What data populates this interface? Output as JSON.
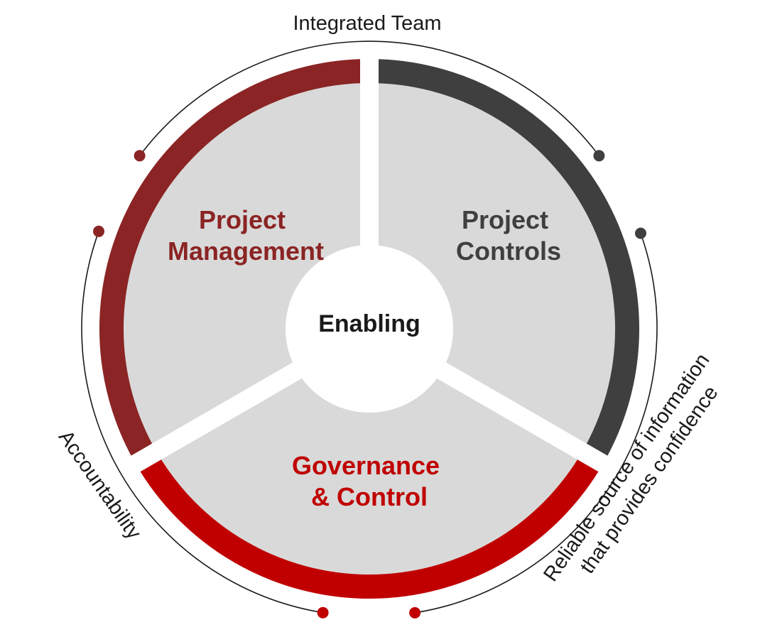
{
  "diagram": {
    "center_label": "Enabling",
    "segments": [
      {
        "id": "project-management",
        "label_line1": "Project",
        "label_line2": "Management",
        "color": "#8b2424"
      },
      {
        "id": "project-controls",
        "label_line1": "Project",
        "label_line2": "Controls",
        "color": "#3f3f3f"
      },
      {
        "id": "governance-control",
        "label_line1": "Governance",
        "label_line2": "& Control",
        "color": "#c00000"
      }
    ],
    "outer_labels": {
      "top": "Integrated Team",
      "left": "Accountability",
      "right_line1": "Reliable source of information",
      "right_line2": "that provides confidence"
    },
    "colors": {
      "segment_fill": "#d9d9d9",
      "maroon": "#8b2424",
      "dark_gray": "#3f3f3f",
      "red": "#c00000",
      "outline": "#1a1a1a",
      "text_dark": "#1a1a1a",
      "background": "#ffffff"
    }
  }
}
